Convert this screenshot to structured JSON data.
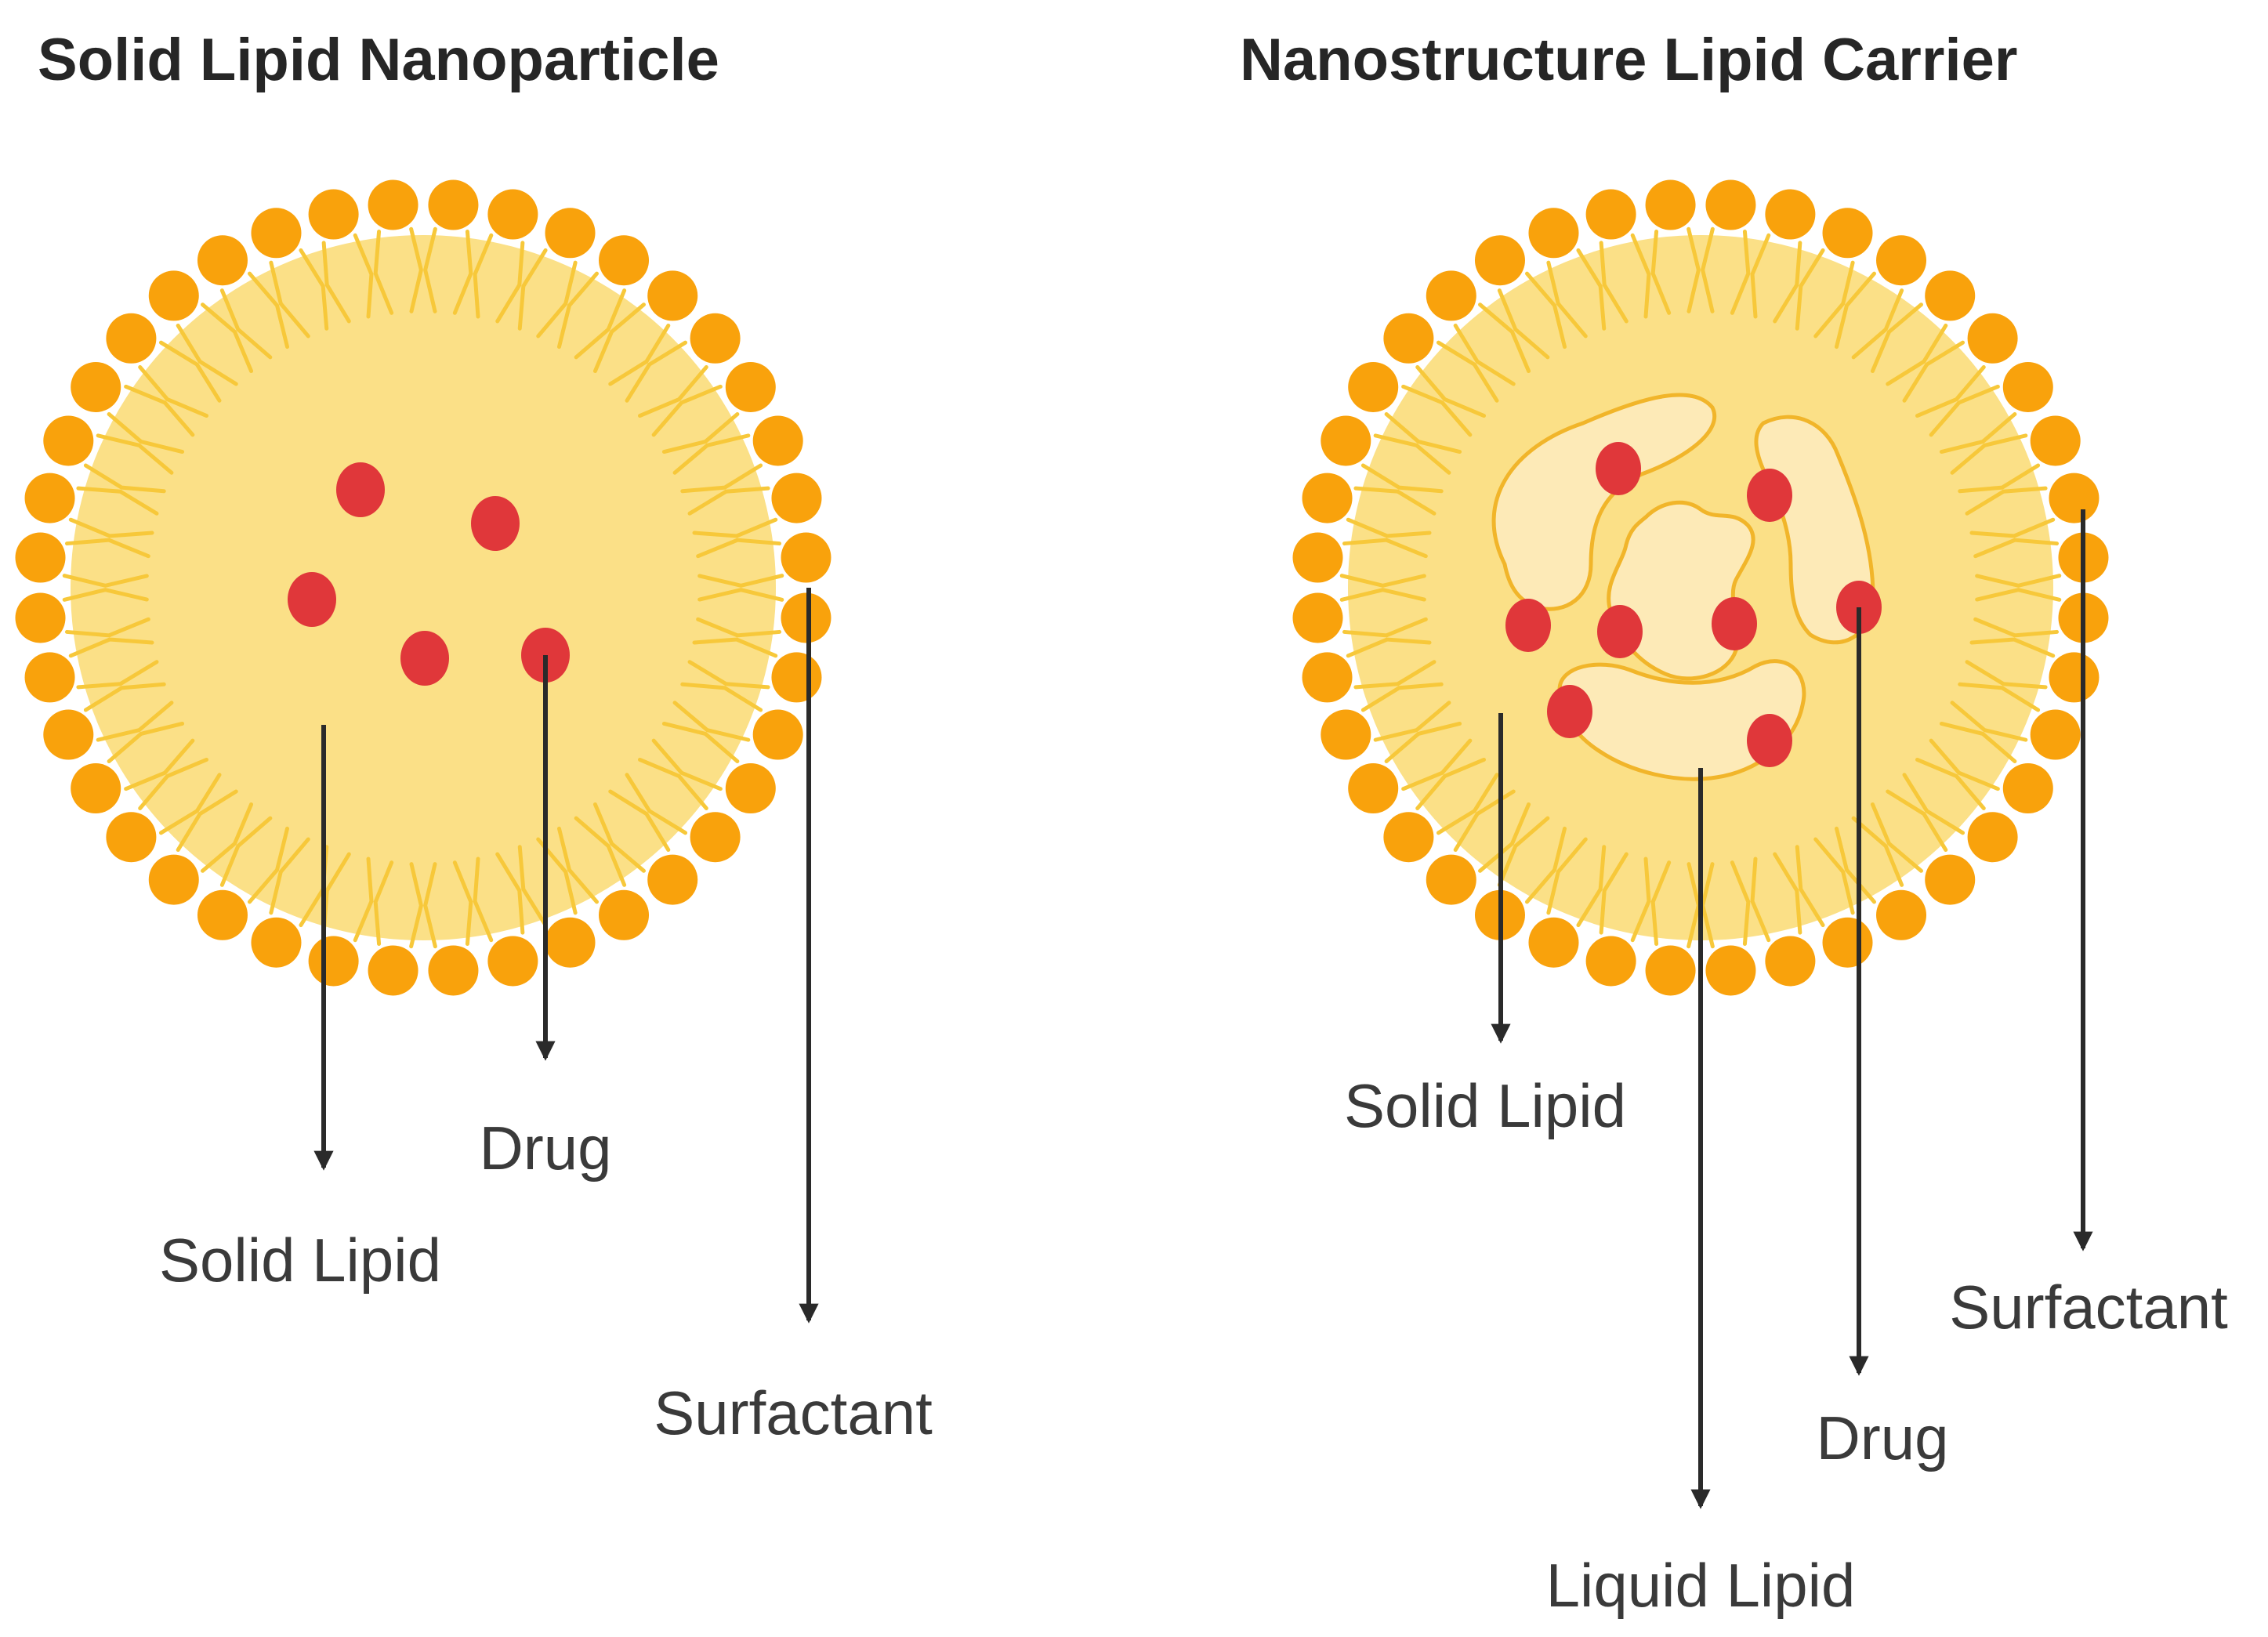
{
  "colors": {
    "head": "#f9a20c",
    "head_inner": "#f08d08",
    "core": "#fbe087",
    "tails": "#f7c83a",
    "liquid_fill": "#fdeab7",
    "liquid_stroke": "#f1b52a",
    "drug": "#e0373a",
    "arrow": "#2a2a2a"
  },
  "sln": {
    "title": "Solid Lipid Nanoparticle",
    "labels": {
      "drug": "Drug",
      "solid_lipid": "Solid Lipid",
      "surfactant": "Surfactant"
    }
  },
  "nlc": {
    "title": "Nanostructure Lipid Carrier",
    "labels": {
      "solid_lipid": "Solid Lipid",
      "liquid_lipid": "Liquid Lipid",
      "drug": "Drug",
      "surfactant": "Surfactant"
    }
  }
}
